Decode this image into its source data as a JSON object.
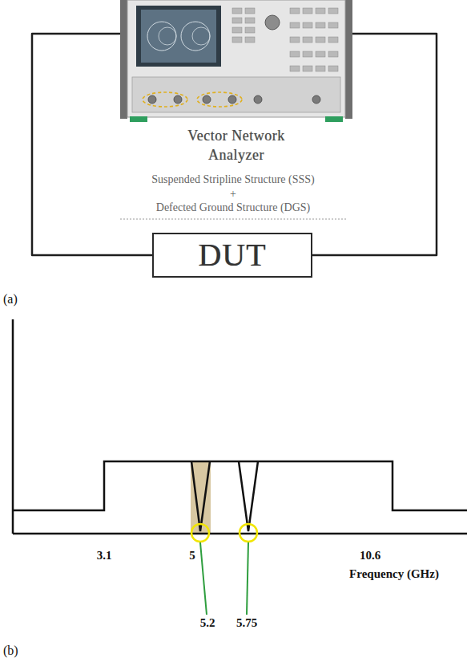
{
  "diagram": {
    "nodes": [
      {
        "text": [
          "Vector Network Analyzer"
        ]
      },
      {
        "text": [
          "DUT"
        ]
      }
    ],
    "edges": [
      {
        "from": 0,
        "to": 1,
        "arrow": "none"
      },
      {
        "from": 0,
        "to": 1,
        "arrow": "none"
      }
    ],
    "labels": [
      "Suspended Stripline Structure (SSS)",
      "+",
      "Defected Ground Structure (DGS)",
      "(a)",
      "3.1",
      "5",
      "10.6",
      "Frequency (GHz)",
      "5.2",
      "5.75",
      "(b)"
    ]
  }
}
